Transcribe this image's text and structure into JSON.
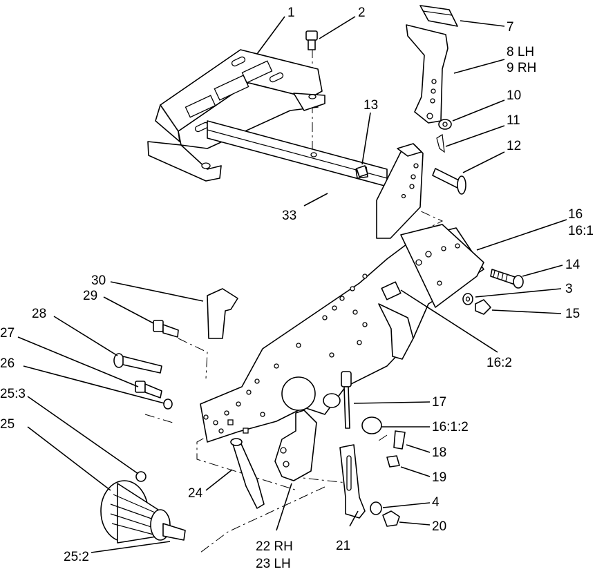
{
  "callouts": {
    "c1": "1",
    "c2": "2",
    "c3": "3",
    "c4": "4",
    "c7": "7",
    "c8": "8 LH",
    "c9": "9 RH",
    "c10": "10",
    "c11": "11",
    "c12": "12",
    "c13": "13",
    "c14": "14",
    "c15": "15",
    "c16": "16",
    "c16_1": "16:1",
    "c16_2": "16:2",
    "c16_1_2": "16:1:2",
    "c17": "17",
    "c18": "18",
    "c19": "19",
    "c20": "20",
    "c21": "21",
    "c22": "22 RH",
    "c23": "23 LH",
    "c24": "24",
    "c25": "25",
    "c25_2": "25:2",
    "c25_3": "25:3",
    "c26": "26",
    "c27": "27",
    "c28": "28",
    "c29": "29",
    "c30": "30",
    "c33": "33"
  }
}
